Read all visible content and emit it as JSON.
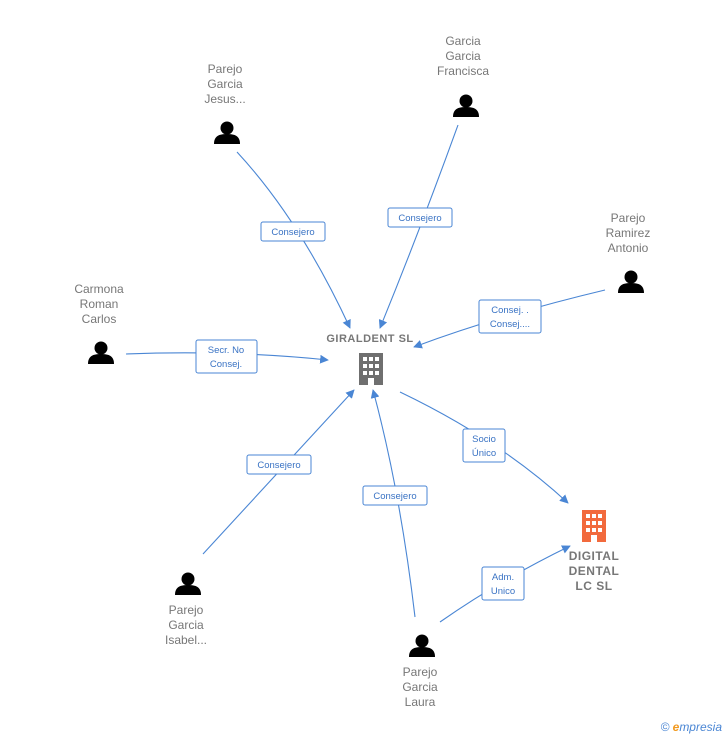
{
  "colors": {
    "edge": "#4a86d4",
    "person_icon": "#6f6f6f",
    "company_icon": "#6f6f6f",
    "company_accent": "#f26a3d",
    "text": "#777777"
  },
  "nodes": {
    "giraldent": {
      "label": "GIRALDENT  SL",
      "type": "company",
      "icon": "building-icon"
    },
    "digital_dental": {
      "label": [
        "DIGITAL",
        "DENTAL",
        "LC  SL"
      ],
      "type": "company-highlight",
      "icon": "building-icon"
    },
    "parejo_jesus": {
      "label": [
        "Parejo",
        "Garcia",
        "Jesus..."
      ],
      "type": "person",
      "icon": "person-icon"
    },
    "garcia_francisca": {
      "label": [
        "Garcia",
        "Garcia",
        "Francisca"
      ],
      "type": "person",
      "icon": "person-icon"
    },
    "parejo_antonio": {
      "label": [
        "Parejo",
        "Ramirez",
        "Antonio"
      ],
      "type": "person",
      "icon": "person-icon"
    },
    "carmona_carlos": {
      "label": [
        "Carmona",
        "Roman",
        "Carlos"
      ],
      "type": "person",
      "icon": "person-icon"
    },
    "parejo_isabel": {
      "label": [
        "Parejo",
        "Garcia",
        "Isabel..."
      ],
      "type": "person",
      "icon": "person-icon"
    },
    "parejo_laura": {
      "label": [
        "Parejo",
        "Garcia",
        "Laura"
      ],
      "type": "person",
      "icon": "person-icon"
    }
  },
  "edges": [
    {
      "from": "parejo_jesus",
      "to": "giraldent",
      "label": [
        "Consejero"
      ]
    },
    {
      "from": "garcia_francisca",
      "to": "giraldent",
      "label": [
        "Consejero"
      ]
    },
    {
      "from": "parejo_antonio",
      "to": "giraldent",
      "label": [
        "Consej. .",
        "Consej...."
      ]
    },
    {
      "from": "carmona_carlos",
      "to": "giraldent",
      "label": [
        "Secr.  No",
        "Consej."
      ]
    },
    {
      "from": "parejo_isabel",
      "to": "giraldent",
      "label": [
        "Consejero"
      ]
    },
    {
      "from": "parejo_laura",
      "to": "giraldent",
      "label": [
        "Consejero"
      ]
    },
    {
      "from": "giraldent",
      "to": "digital_dental",
      "label": [
        "Socio",
        "Único"
      ]
    },
    {
      "from": "parejo_laura",
      "to": "digital_dental",
      "label": [
        "Adm.",
        "Unico"
      ]
    }
  ],
  "branding": {
    "copyright": "©",
    "name_initial": "e",
    "name_rest": "mpresia"
  }
}
